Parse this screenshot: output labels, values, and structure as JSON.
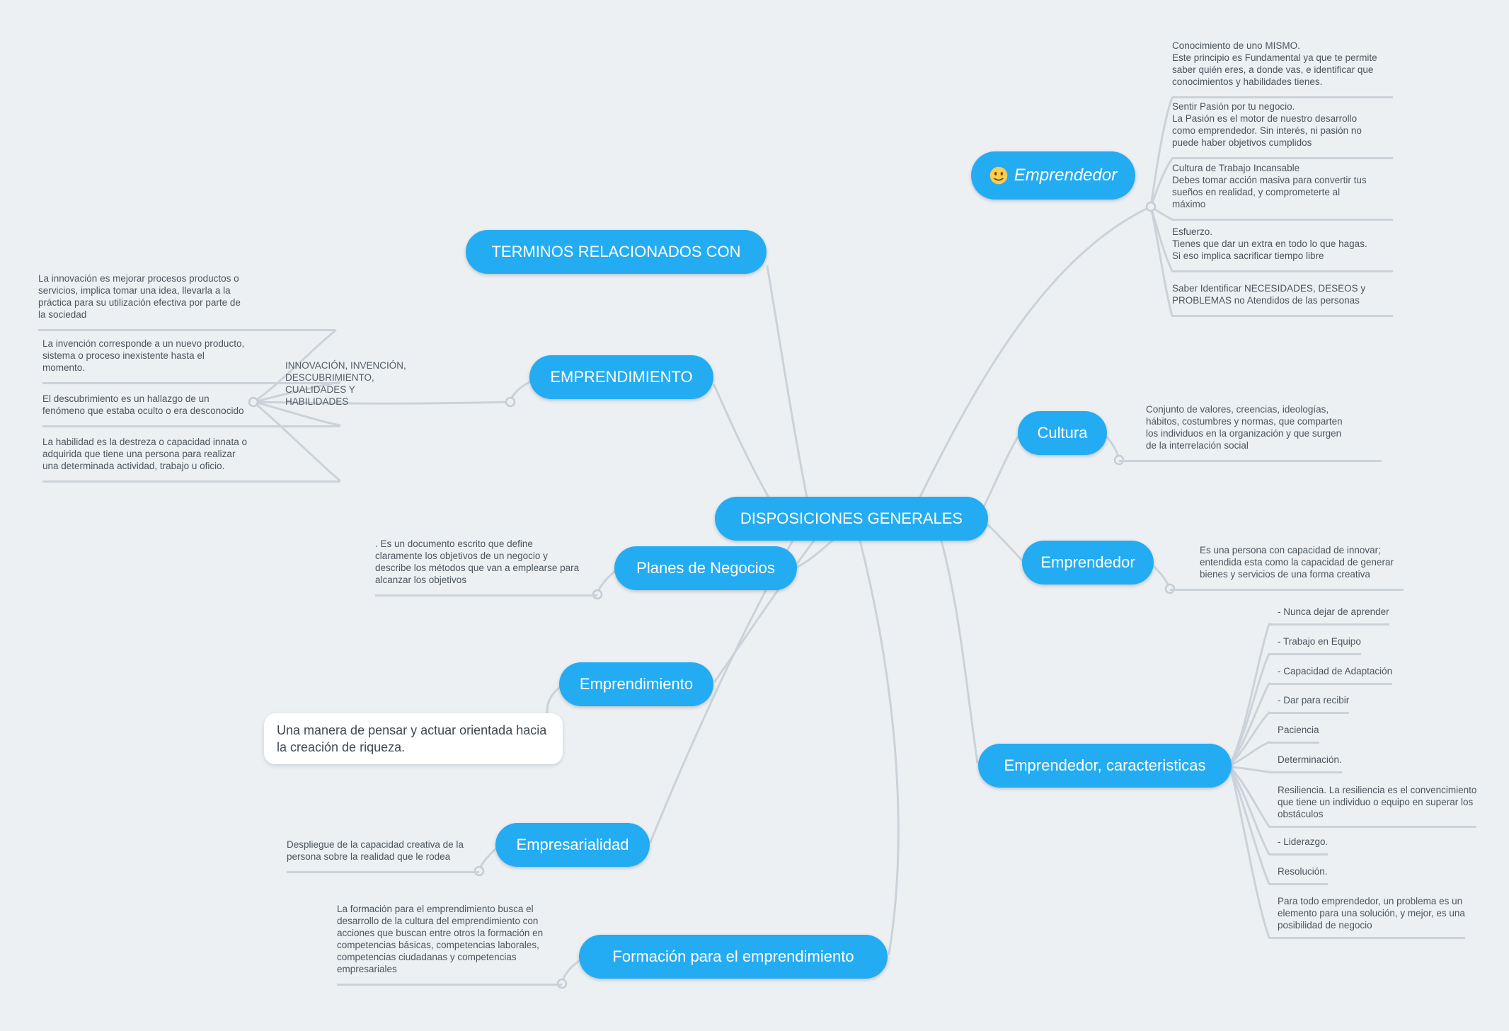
{
  "colors": {
    "background": "#ecf0f3",
    "node_fill": "#24acf2",
    "node_text": "#ffffff",
    "connector_line": "#ccd2d9",
    "leaf_text": "#4c555e"
  },
  "root": {
    "label": "DISPOSICIONES GENERALES"
  },
  "nodes": {
    "emprendedor_top": {
      "label": "Emprendedor",
      "emoji": "slightly-smiling-face"
    },
    "terminos": {
      "label": "TERMINOS RELACIONADOS CON"
    },
    "emprendimiento_caps": {
      "label": "EMPRENDIMIENTO"
    },
    "cultura": {
      "label": "Cultura"
    },
    "emprendedor_right": {
      "label": "Emprendedor"
    },
    "planes": {
      "label": "Planes de Negocios"
    },
    "emprendimiento_mid": {
      "label": "Emprendimiento"
    },
    "caracteristicas": {
      "label": "Emprendedor, caracteristicas"
    },
    "empresarialidad": {
      "label": "Empresarialidad"
    },
    "formacion": {
      "label": "Formación para el emprendimiento"
    },
    "riqueza": {
      "label": "Una manera de pensar y actuar orientada hacia\nla creación de riqueza."
    }
  },
  "branch_labels": {
    "emprendimiento": "INNOVACIÓN, INVENCIÓN, DESCUBRIMIENTO,\nCUALIDADES Y\nHABILIDADES"
  },
  "leaves": {
    "emprendedor_top": [
      "Conocimiento de uno MISMO.\nEste principio es Fundamental ya que te permite\nsaber quién eres, a donde vas, e identificar que\nconocimientos y habilidades tienes.",
      "Sentir Pasión por tu negocio.\nLa Pasión es el motor de nuestro desarrollo\ncomo emprendedor. Sin interés, ni pasión no\npuede haber objetivos cumplidos",
      "Cultura de Trabajo Incansable\nDebes tomar acción masiva para convertir tus\nsueños en realidad, y comprometerte al\nmáximo",
      "Esfuerzo.\nTienes que dar un extra en todo lo que hagas.\nSi eso implica sacrificar tiempo libre",
      "Saber Identificar NECESIDADES, DESEOS y\nPROBLEMAS no Atendidos de las personas"
    ],
    "emprendimiento": [
      "La innovación es mejorar procesos productos o\nservicios, implica tomar una idea, llevarla a la\npráctica para su utilización efectiva por parte de\nla sociedad",
      "La invención corresponde a un nuevo producto,\nsistema o proceso inexistente hasta el\nmomento.",
      "El descubrimiento es un hallazgo de un\nfenómeno que estaba oculto o era desconocido",
      "La habilidad es la destreza o capacidad innata o\nadquirida que tiene una persona para realizar\nuna determinada actividad, trabajo u oficio."
    ],
    "cultura": [
      "Conjunto de valores, creencias, ideologías,\nhábitos, costumbres y normas, que comparten\nlos individuos en la organización y que surgen\nde la interrelación social"
    ],
    "emprendedor_right": [
      "Es una persona con capacidad de innovar;\nentendida esta como la capacidad de generar\nbienes y servicios de una forma creativa"
    ],
    "planes": [
      ". Es un documento escrito que define\nclaramente los objetivos de un negocio y\ndescribe los métodos que van a emplearse para\nalcanzar los objetivos"
    ],
    "caracteristicas": [
      "- Nunca dejar de aprender",
      "- Trabajo en Equipo",
      "- Capacidad de Adaptación",
      "- Dar para recibir",
      "Paciencia",
      "Determinación.",
      "Resiliencia. La resiliencia es el convencimiento\nque tiene un individuo o equipo en superar los\nobstáculos",
      "- Liderazgo.",
      "Resolución.",
      "Para todo emprendedor, un problema es un\nelemento para una solución, y mejor, es una\nposibilidad de negocio"
    ],
    "empresarialidad": [
      "Despliegue de la capacidad creativa de la\npersona sobre la realidad que le rodea"
    ],
    "formacion": [
      "La formación para el emprendimiento busca el\ndesarrollo de la cultura del emprendimiento con\nacciones que buscan entre otros la formación en\ncompetencias básicas, competencias laborales,\ncompetencias ciudadanas y competencias\nempresariales"
    ]
  }
}
